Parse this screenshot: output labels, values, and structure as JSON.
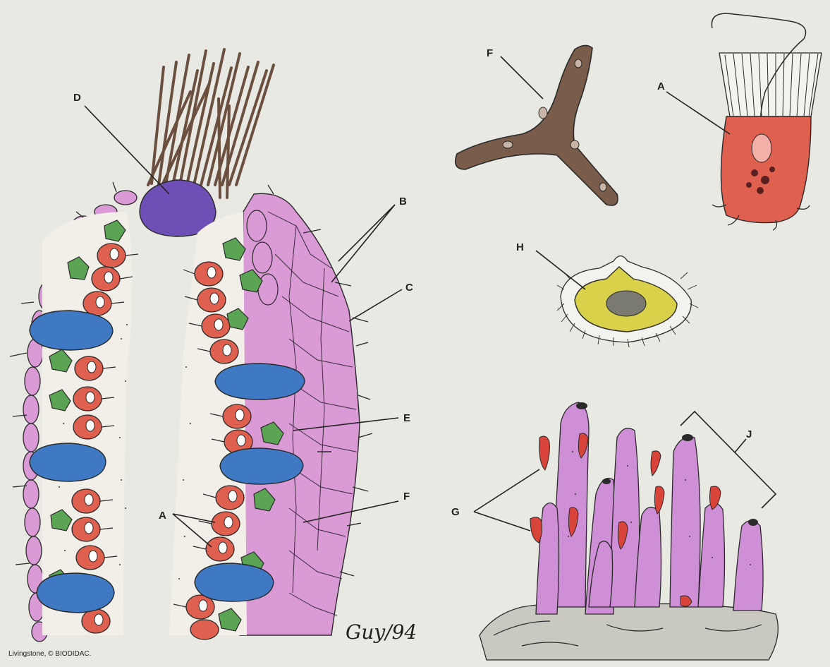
{
  "labels": {
    "D": "D",
    "B": "B",
    "C": "C",
    "E": "E",
    "F_wall": "F",
    "A_wall": "A",
    "F_spicule": "F",
    "A_cell": "A",
    "H": "H",
    "G": "G",
    "J": "J"
  },
  "credit": "Livingstone, © BIODIDAC.",
  "signature": "Guy/94",
  "colors": {
    "background": "#e9e9e3",
    "choanocyte_collar": "#8a6e5a",
    "choanocyte_body": "#e06050",
    "amoebocyte": "#5aa454",
    "porocyte": "#3f79c4",
    "pinacocyte": "#d99ad6",
    "osculum_cell": "#6e4fb5",
    "spicule": "#7a5c4a",
    "gemmule": "#d9d14a",
    "colony": "#cf8fd6",
    "buds": "#d8443a"
  }
}
